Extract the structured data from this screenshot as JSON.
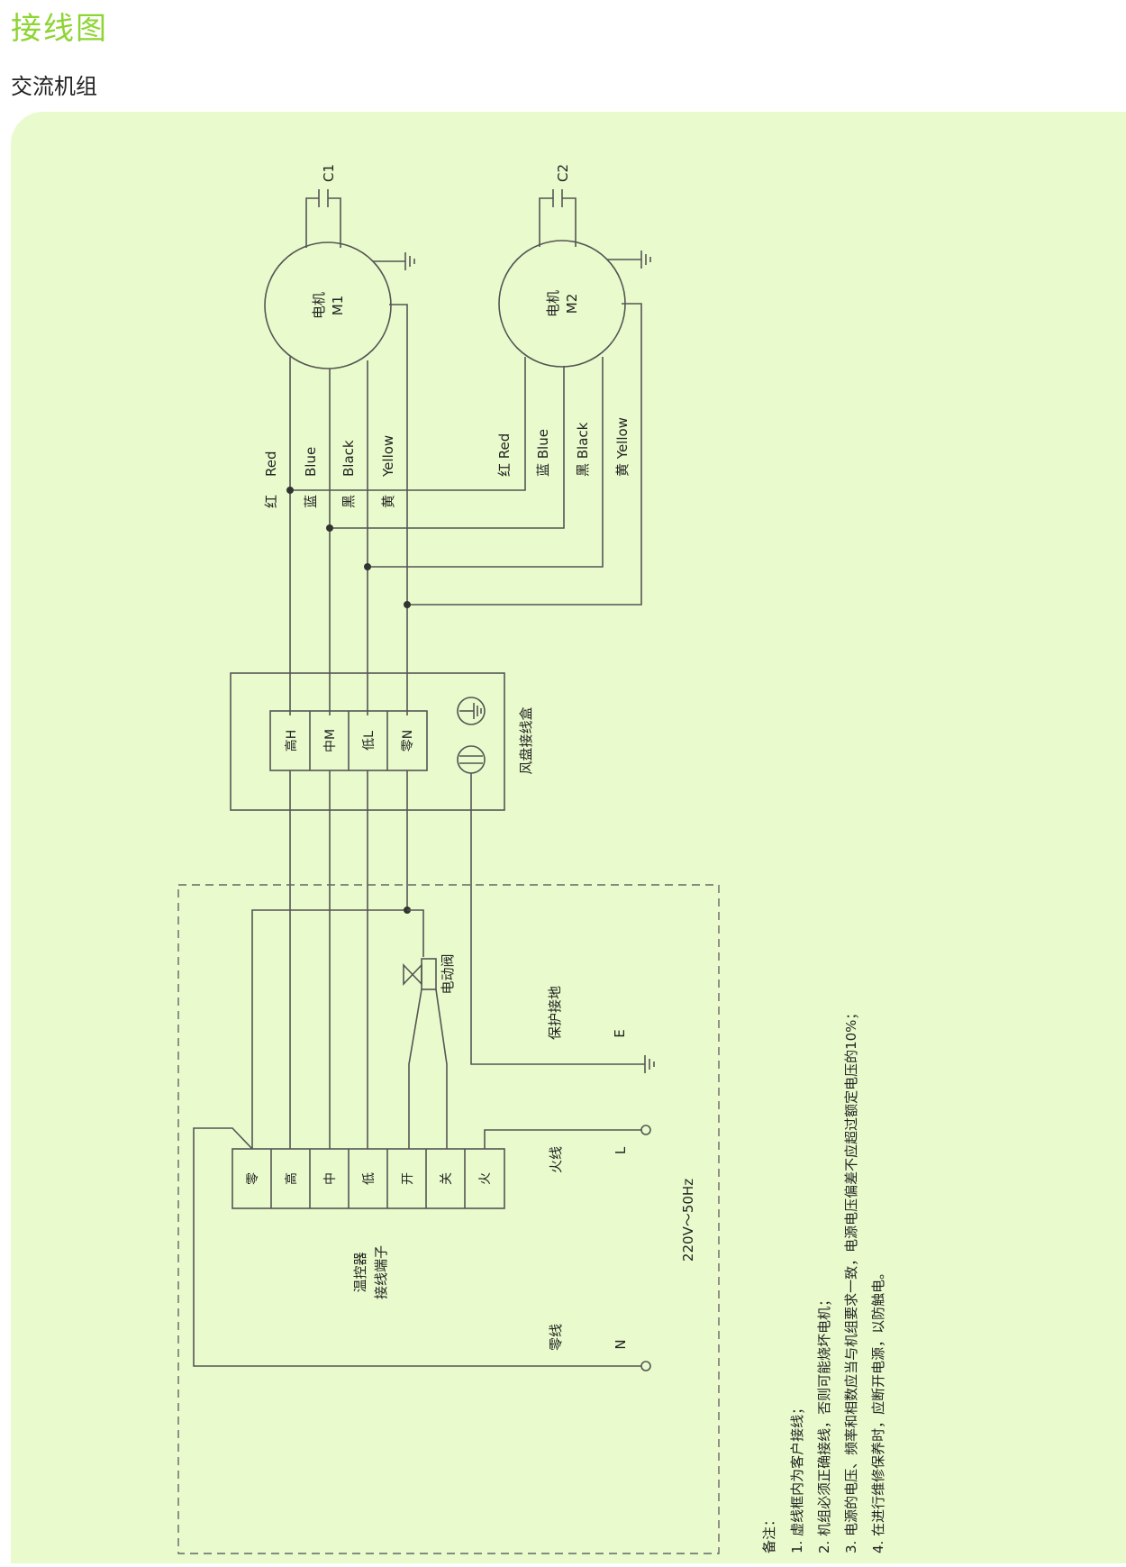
{
  "header": {
    "title": "接线图"
  },
  "section": {
    "title": "交流机组"
  },
  "motor1": {
    "label1": "电机",
    "label2": "M1",
    "cap": "C1"
  },
  "motor2": {
    "label1": "电机",
    "label2": "M2",
    "cap": "C2"
  },
  "wires1": [
    {
      "cn": "红",
      "en": "Red"
    },
    {
      "cn": "蓝",
      "en": "Blue"
    },
    {
      "cn": "黑",
      "en": "Black"
    },
    {
      "cn": "黄",
      "en": "Yellow"
    }
  ],
  "wires2": [
    "红 Red",
    "蓝 Blue",
    "黑 Black",
    "黄 Yellow"
  ],
  "fancoil_box": {
    "title": "风盘接线盒",
    "terminals": [
      "高H",
      "中M",
      "低L",
      "零N"
    ]
  },
  "valve": {
    "label": "电动阀"
  },
  "ground": {
    "label": "保护接地",
    "letter": "E"
  },
  "thermostat": {
    "label1": "温控器",
    "label2": "接线端子",
    "terminals": [
      "零",
      "高",
      "中",
      "低",
      "开",
      "关",
      "火"
    ]
  },
  "power": {
    "live": "火线",
    "live_letter": "L",
    "neutral": "零线",
    "neutral_letter": "N",
    "supply": "220V～50Hz"
  },
  "notes": {
    "title": "备注：",
    "items": [
      "1. 虚线框内为客户接线；",
      "2. 机组必须正确接线，否则可能烧坏电机；",
      "3. 电源的电压、频率和相数应当与机组要求一致，电源电压偏差不应超过额定电压的10%；",
      "4. 在进行维修保养时，应断开电源，以防触电。"
    ]
  }
}
